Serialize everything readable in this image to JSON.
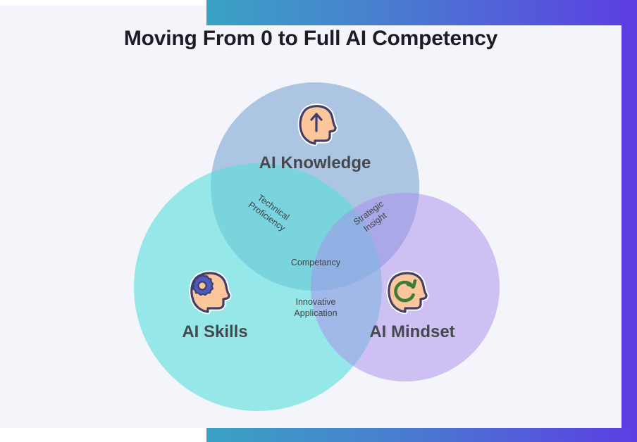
{
  "page": {
    "title": "Moving From 0 to Full AI Competency",
    "background_color": "#f4f5fa",
    "accent_teal": "#3aa3c4",
    "accent_purple": "#5c3ee3"
  },
  "chart_data": {
    "type": "venn",
    "title": "Moving From 0 to Full AI Competency",
    "sets": [
      {
        "label": "AI Knowledge",
        "color": "#9dbbdd",
        "icon": "head-up-arrow-icon",
        "position": "top"
      },
      {
        "label": "AI Skills",
        "color": "#9ae5e3",
        "icon": "head-gear-icon",
        "position": "bottom-left"
      },
      {
        "label": "AI Mindset",
        "color": "#d0c7f2",
        "icon": "head-refresh-icon",
        "position": "bottom-right"
      }
    ],
    "intersections": [
      {
        "label": "Technical Proficiency",
        "between": [
          "AI Knowledge",
          "AI Skills"
        ],
        "rotation_deg": 36
      },
      {
        "label": "Strategic Insight",
        "between": [
          "AI Knowledge",
          "AI Mindset"
        ],
        "rotation_deg": -36
      },
      {
        "label": "Innovative Application",
        "between": [
          "AI Skills",
          "AI Mindset"
        ],
        "rotation_deg": 0
      },
      {
        "label": "Competancy",
        "between": [
          "AI Knowledge",
          "AI Skills",
          "AI Mindset"
        ],
        "rotation_deg": 0
      }
    ],
    "legend": "none",
    "grid": false
  },
  "venn": {
    "knowledge_label": "AI Knowledge",
    "skills_label": "AI Skills",
    "mindset_label": "AI Mindset",
    "technical_line1": "Technical",
    "technical_line2": "Proficiency",
    "strategic_line1": "Strategic",
    "strategic_line2": "Insight",
    "innovative_line1": "Innovative",
    "innovative_line2": "Application",
    "center_label": "Competancy"
  },
  "icons": {
    "knowledge": "head-up-arrow-icon",
    "skills": "head-gear-icon",
    "mindset": "head-refresh-icon"
  }
}
